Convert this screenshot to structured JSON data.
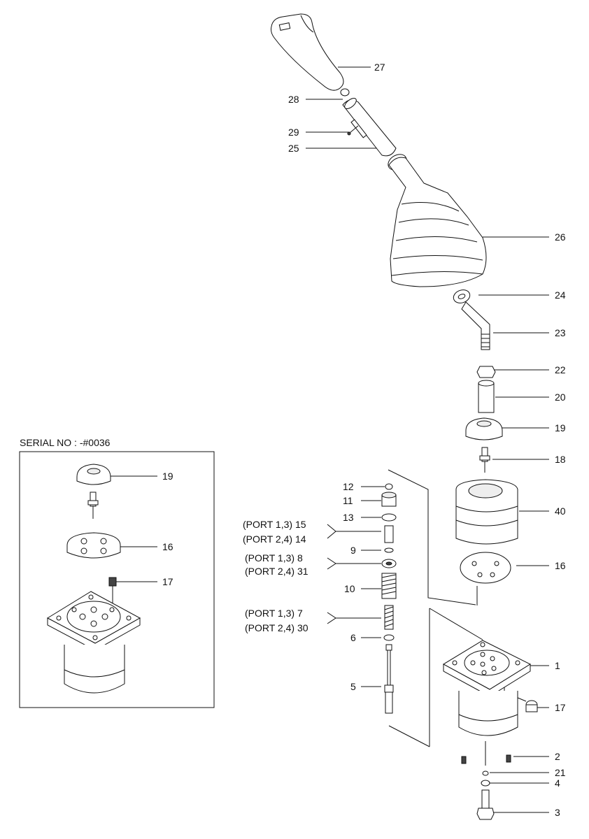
{
  "inset": {
    "title": "SERIAL NO : -#0036"
  },
  "labels": {
    "p27": "27",
    "p28": "28",
    "p29": "29",
    "p25": "25",
    "p26": "26",
    "p24": "24",
    "p23": "23",
    "p22": "22",
    "p20": "20",
    "p19": "19",
    "p18": "18",
    "p40": "40",
    "p16": "16",
    "p1": "1",
    "p17": "17",
    "p2": "2",
    "p21": "21",
    "p4": "4",
    "p3": "3",
    "p12": "12",
    "p11": "11",
    "p13": "13",
    "p15": "(PORT 1,3) 15",
    "p14": "(PORT 2,4) 14",
    "p9": "9",
    "p8": "(PORT 1,3) 8",
    "p31": "(PORT 2,4) 31",
    "p10": "10",
    "p7": "(PORT 1,3) 7",
    "p30": "(PORT 2,4) 30",
    "p6": "6",
    "p5": "5",
    "i19": "19",
    "i16": "16",
    "i17": "17"
  }
}
